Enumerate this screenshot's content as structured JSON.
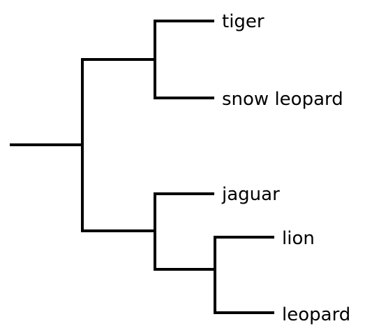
{
  "diagram": {
    "type": "phylogenetic-tree",
    "line_color": "#000000",
    "background": "#ffffff",
    "taxa": [
      "tiger",
      "snow leopard",
      "jaguar",
      "lion",
      "leopard"
    ],
    "clades": [
      [
        "tiger",
        "snow leopard"
      ],
      [
        "lion",
        "leopard"
      ],
      [
        "jaguar",
        [
          "lion",
          "leopard"
        ]
      ],
      [
        [
          "tiger",
          "snow leopard"
        ],
        [
          "jaguar",
          [
            "lion",
            "leopard"
          ]
        ]
      ]
    ]
  }
}
